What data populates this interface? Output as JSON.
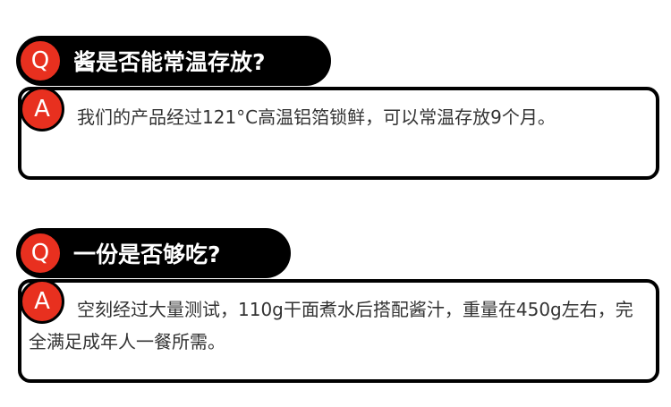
{
  "faq": [
    {
      "q_badge": "Q",
      "question": "酱是否能常温存放?",
      "a_badge": "A",
      "answer": "我们的产品经过121°C高温铝箔锁鲜，可以常温存放9个月。"
    },
    {
      "q_badge": "Q",
      "question": "一份是否够吃?",
      "a_badge": "A",
      "answer": "空刻经过大量测试，110g干面煮水后搭配酱汁，重量在450g左右，完全满足成年人一餐所需。"
    }
  ],
  "colors": {
    "accent": "#e8301f",
    "pill": "#000000",
    "text": "#333333"
  }
}
